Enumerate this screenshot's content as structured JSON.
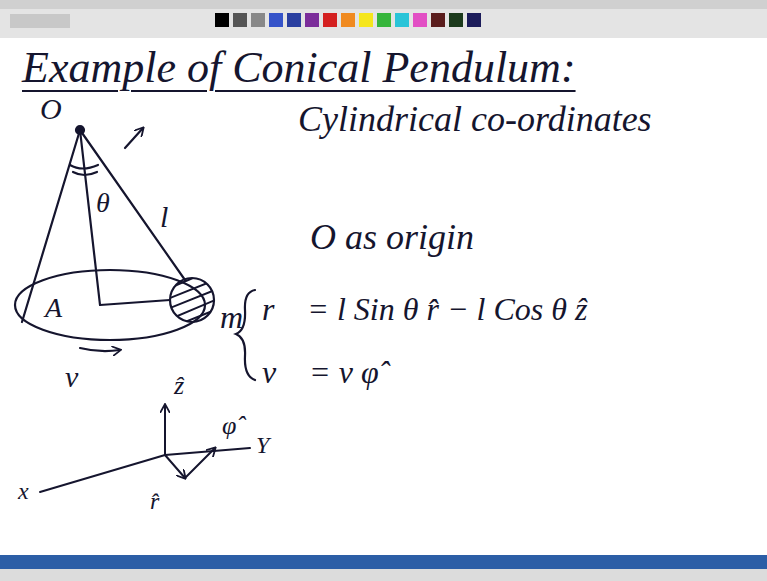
{
  "diagram": {
    "title": "Example of Conical Pendulum:",
    "labels": [
      "O",
      "Cylindrical co-ordinates",
      "θ",
      "l",
      "O as origin",
      "A",
      "m",
      "r⃗ = l Sin θ r̂ − l Cos θ ẑ",
      "v⃗ = v φ̂",
      "v",
      "ẑ",
      "φ̂",
      "x",
      "Y",
      "r̂"
    ]
  }
}
